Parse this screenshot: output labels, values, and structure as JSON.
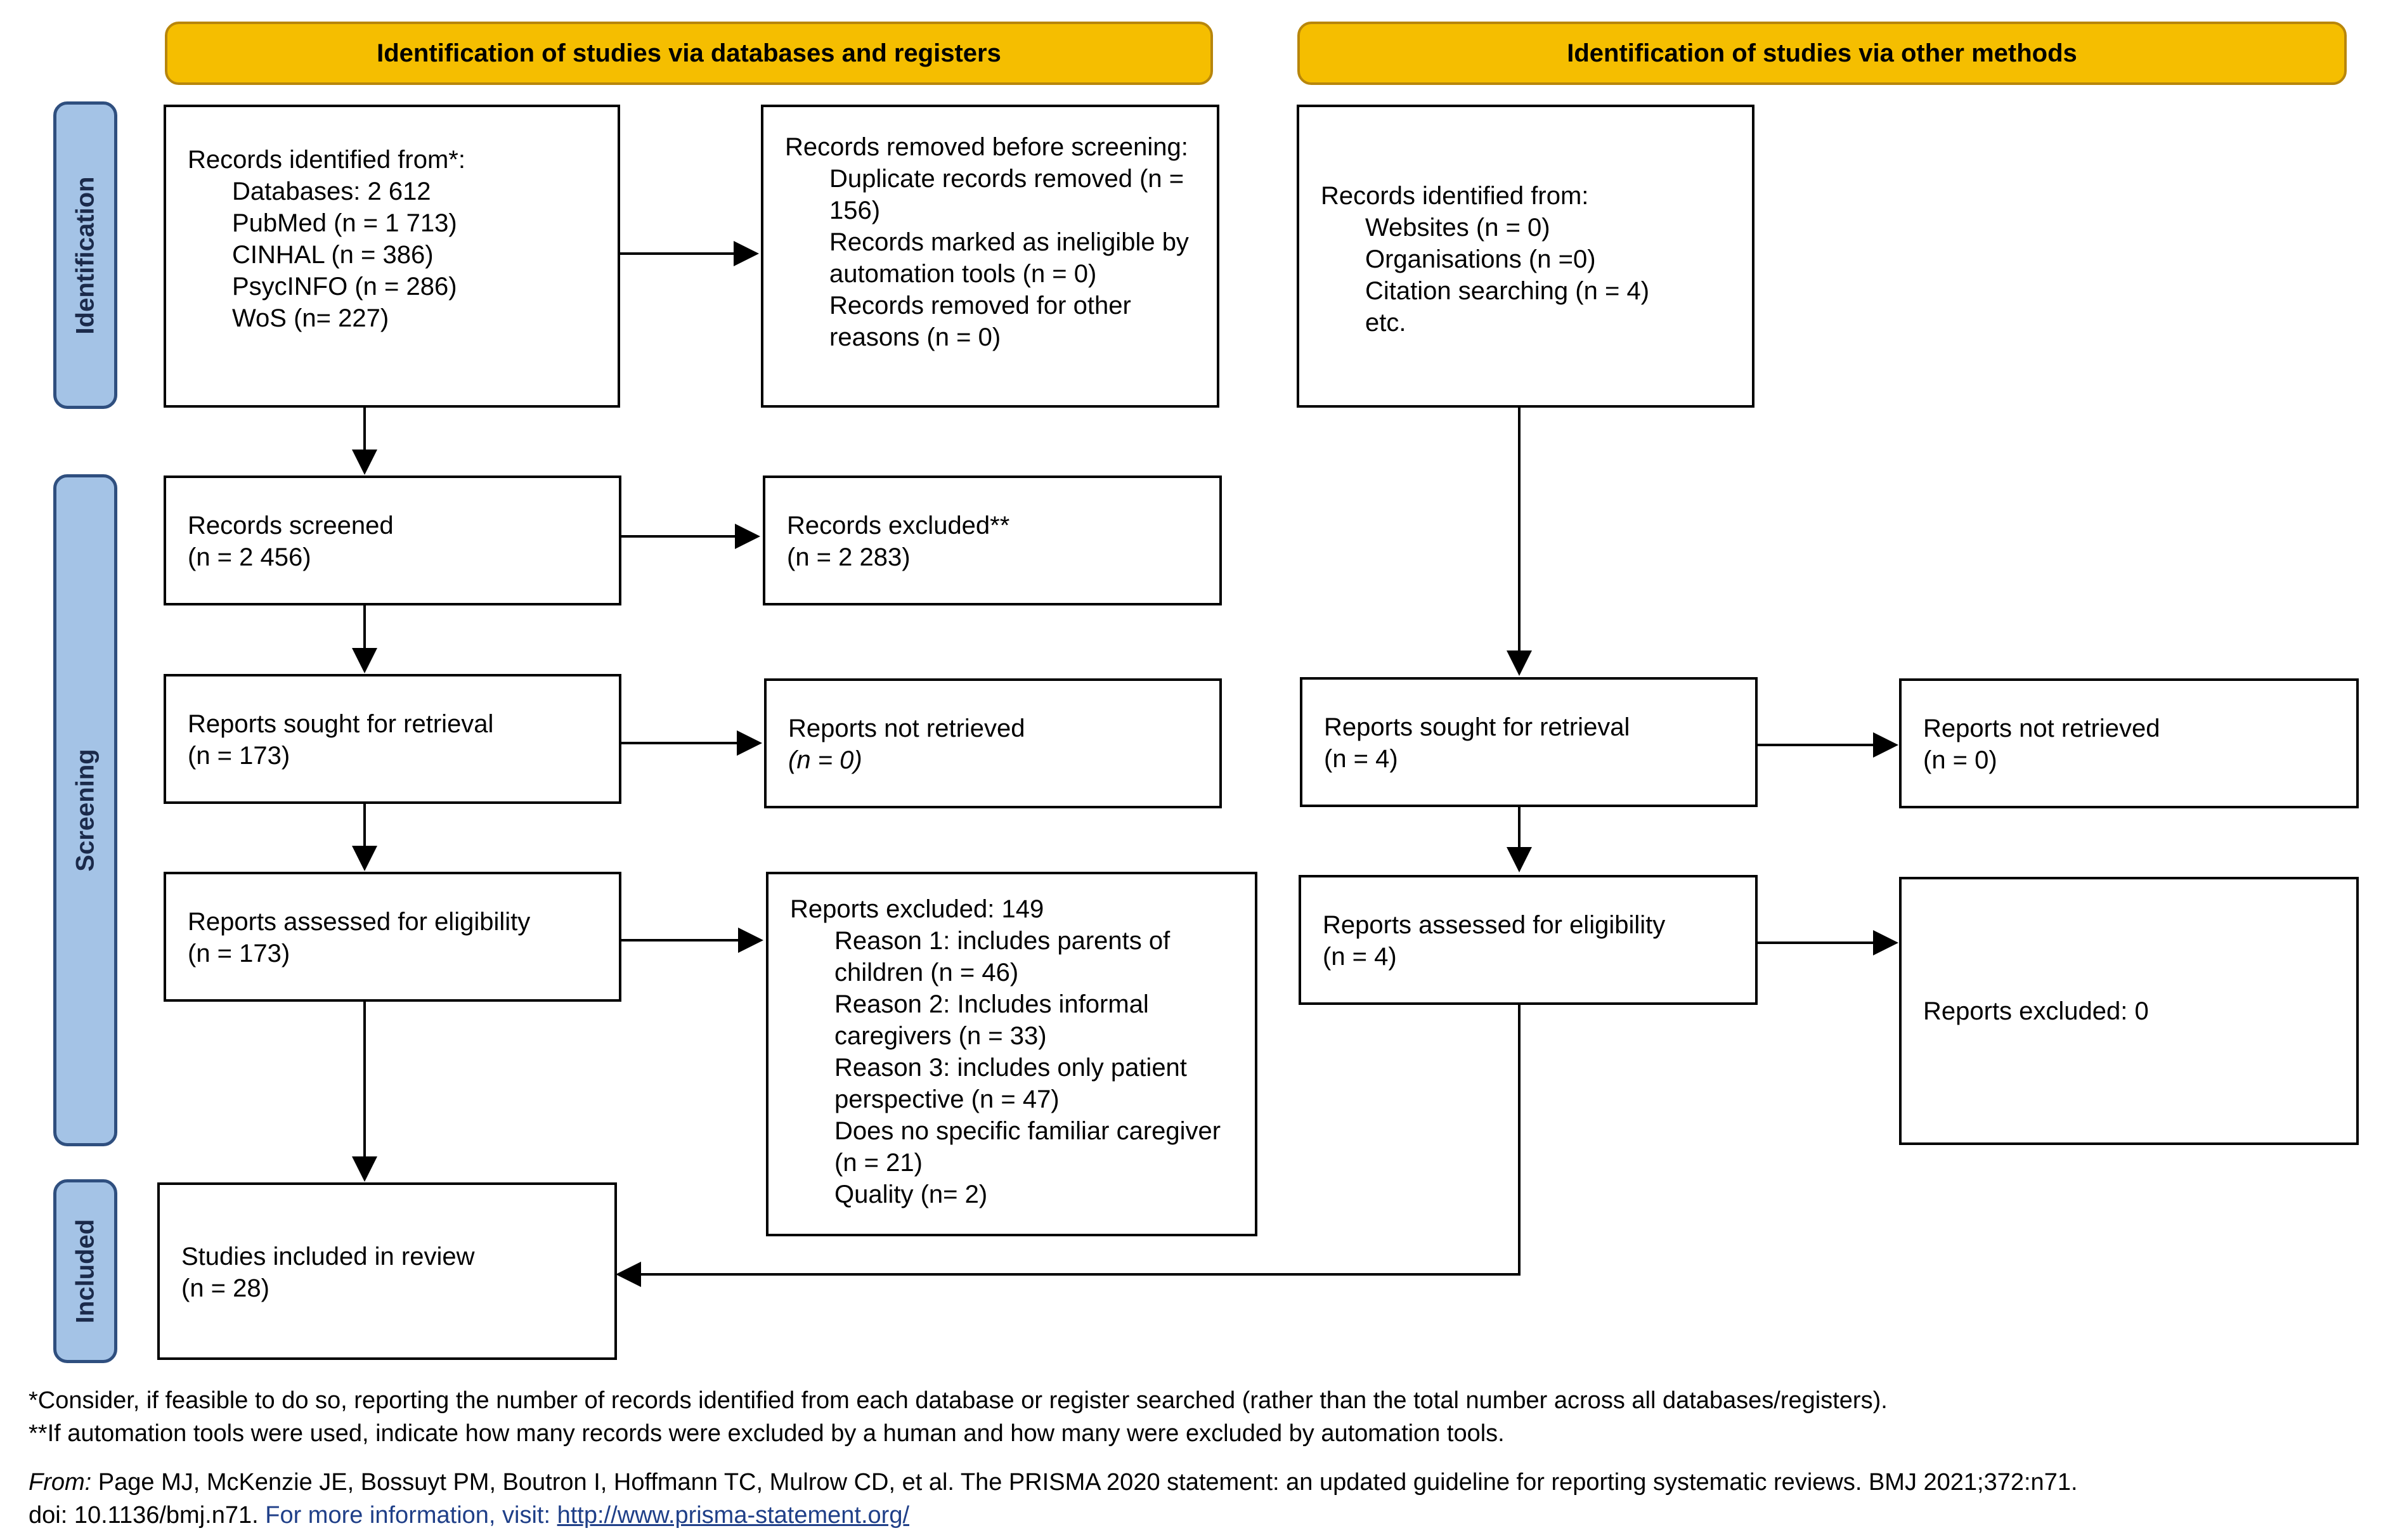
{
  "headers": {
    "databases": "Identification of studies via databases and registers",
    "other": "Identification of studies via other methods"
  },
  "phases": {
    "identification": "Identification",
    "screening": "Screening",
    "included": "Included"
  },
  "db": {
    "identified": {
      "title": "Records identified from*:",
      "databases": "Databases: 2 612",
      "pubmed": "PubMed (n = 1 713)",
      "cinhal": "CINHAL (n = 386)",
      "psycinfo": "PsycINFO (n = 286)",
      "wos": "WoS (n= 227)"
    },
    "removed": {
      "title": "Records removed before screening:",
      "duplicates": "Duplicate records removed (n = 156)",
      "ineligible": "Records marked as ineligible by automation tools (n = 0)",
      "other": "Records removed for other reasons (n = 0)"
    },
    "screened": {
      "title": "Records screened",
      "n": "(n = 2 456)"
    },
    "excluded": {
      "title": "Records excluded**",
      "n": "(n = 2 283)"
    },
    "sought": {
      "title": "Reports sought for retrieval",
      "n": "(n = 173)"
    },
    "not_retrieved": {
      "title": "Reports not retrieved",
      "n": "(n = 0)"
    },
    "assessed": {
      "title": "Reports assessed for eligibility",
      "n": "(n = 173)"
    },
    "reports_excluded": {
      "title": "Reports excluded: 149",
      "r1": "Reason 1: includes parents of children (n = 46)",
      "r2": "Reason 2: Includes informal caregivers (n = 33)",
      "r3": "Reason 3: includes only patient perspective (n = 47)",
      "r4": "Does no specific familiar caregiver (n = 21)",
      "r5": "Quality (n= 2)"
    },
    "included": {
      "title": "Studies included in review",
      "n": "(n = 28)"
    }
  },
  "other": {
    "identified": {
      "title": "Records identified from:",
      "websites": "Websites (n = 0)",
      "organisations": "Organisations (n =0)",
      "citation": "Citation searching (n = 4)",
      "etc": "etc."
    },
    "sought": {
      "title": "Reports sought for retrieval",
      "n": "(n = 4)"
    },
    "not_retrieved": {
      "title": "Reports not retrieved",
      "n": "(n = 0)"
    },
    "assessed": {
      "title": "Reports assessed for eligibility",
      "n": "(n = 4)"
    },
    "excluded": {
      "title": "Reports excluded: 0"
    }
  },
  "footnotes": {
    "note1": "*Consider, if feasible to do so, reporting the number of records identified from each database or register searched (rather than the total number across all databases/registers).",
    "note2": "**If automation tools were used, indicate how many records were excluded by a human and how many were excluded by automation tools.",
    "from_label": "From:",
    "citation": "Page MJ, McKenzie JE, Bossuyt PM, Boutron I, Hoffmann TC, Mulrow CD, et al. The PRISMA 2020 statement: an updated guideline for reporting systematic reviews. BMJ 2021;372:n71.",
    "doi": "doi: 10.1136/bmj.n71.",
    "more_info": "For more information, visit:",
    "url": "http://www.prisma-statement.org/"
  }
}
